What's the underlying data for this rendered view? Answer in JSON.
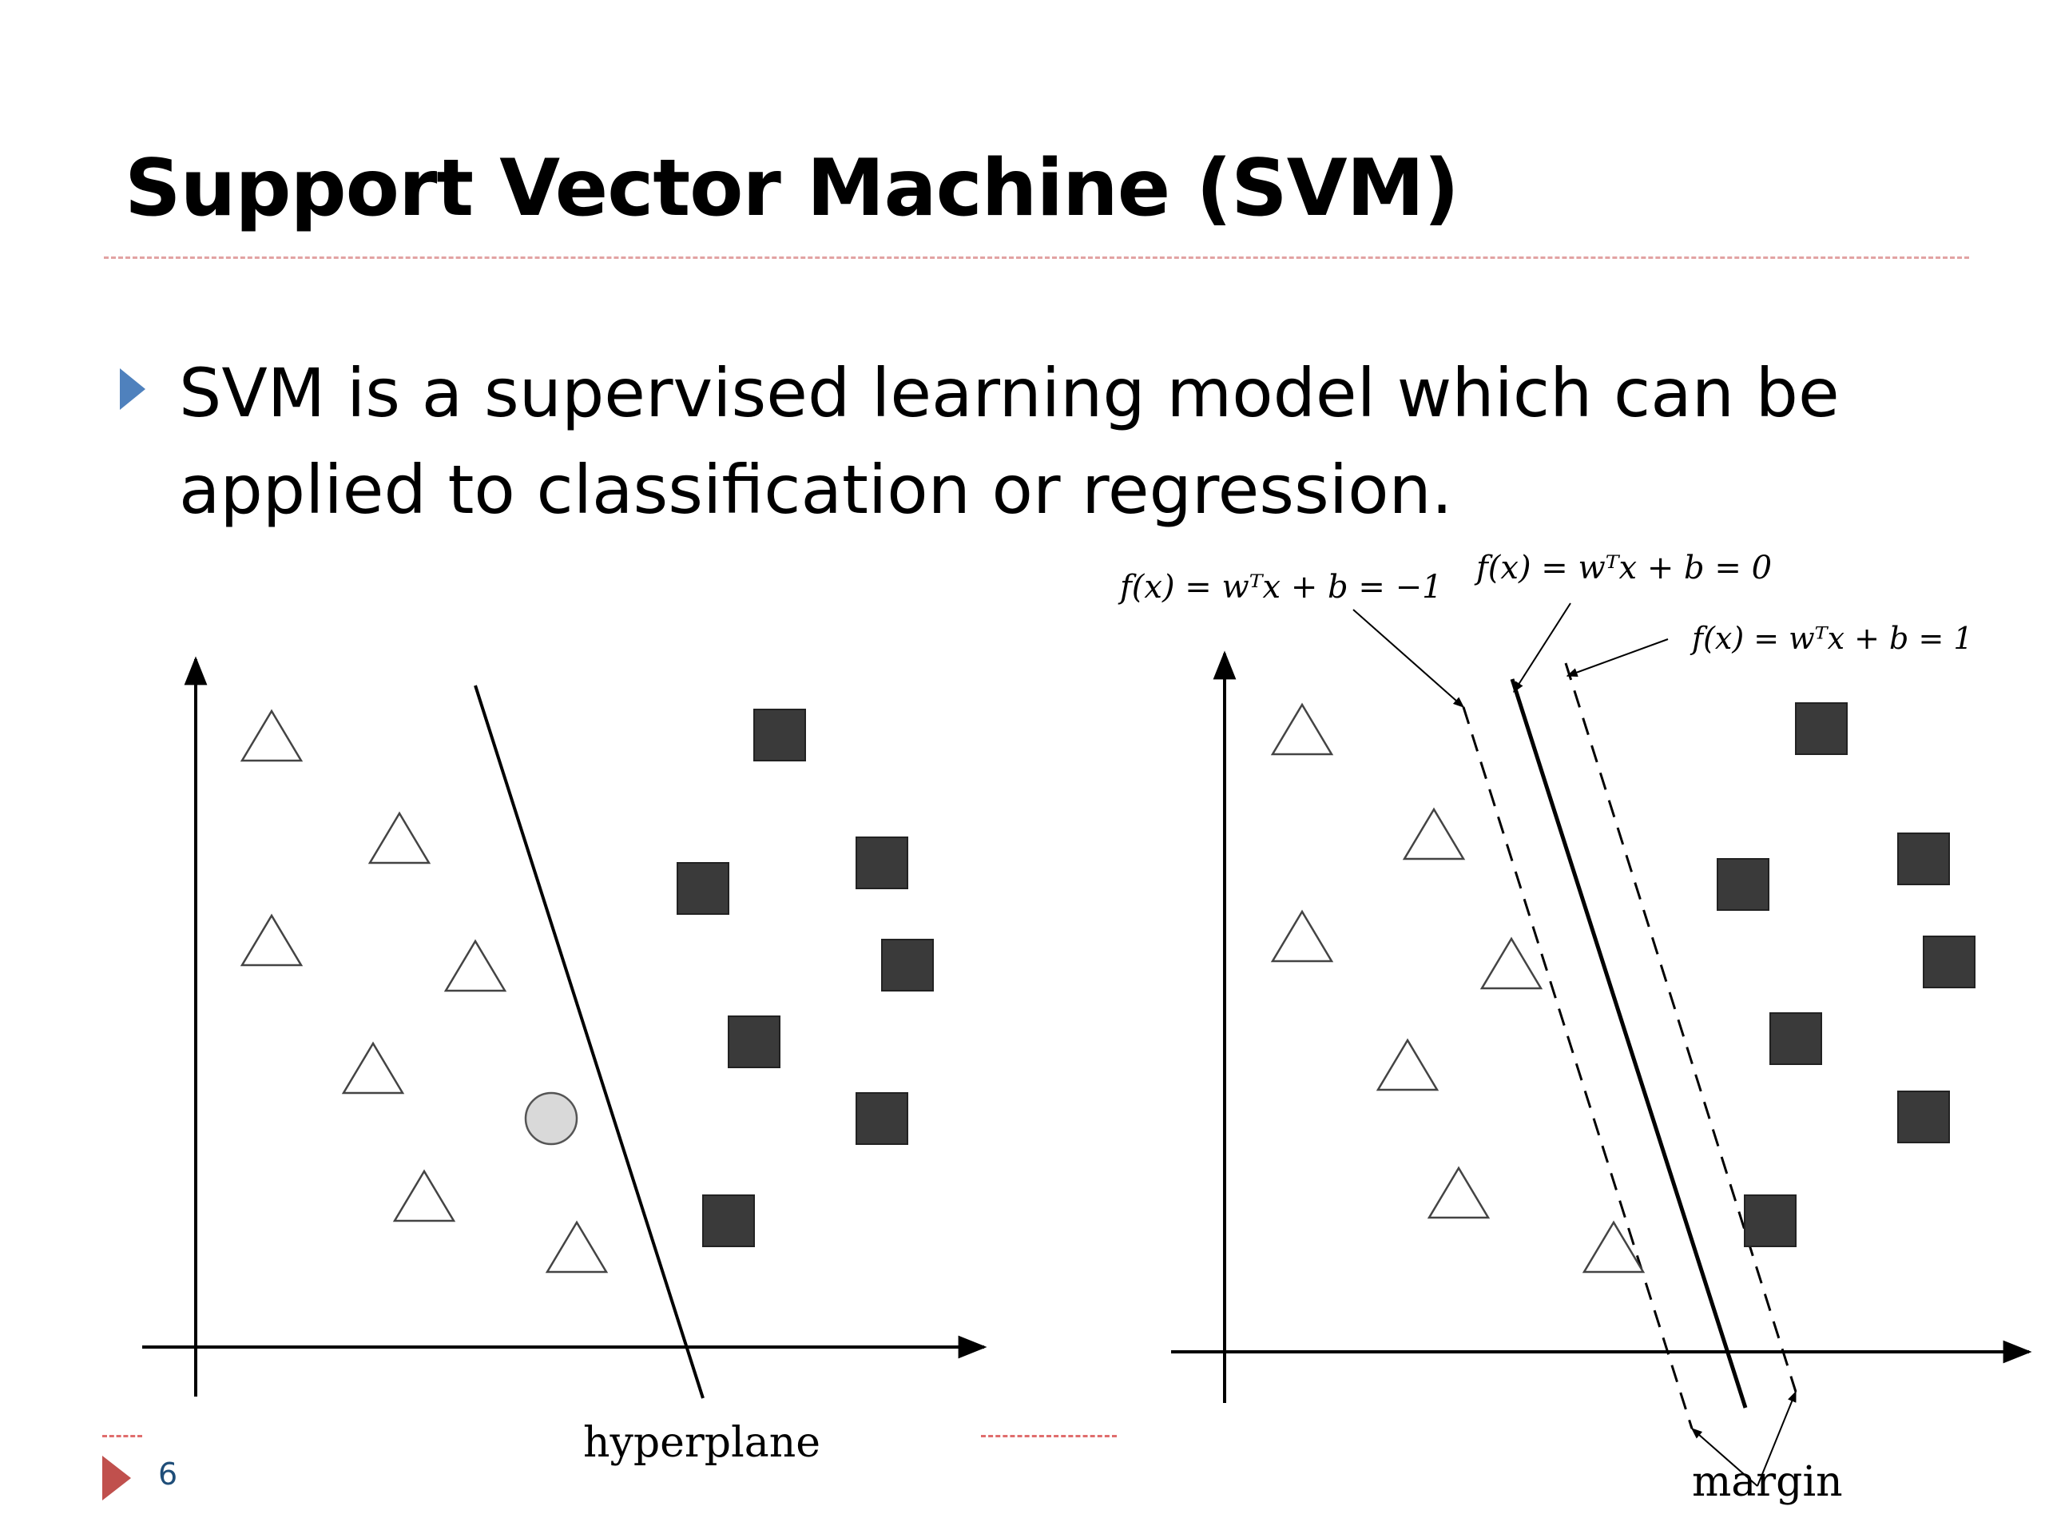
{
  "slide": {
    "title": "Support Vector Machine (SVM)",
    "bullet": "SVM is a supervised learning model which can be applied to classification or regression.",
    "page_number": "6"
  },
  "diagram": {
    "left_caption": "hyperplane",
    "right_caption": "margin",
    "eq_minus": "f(x) = wᵀx + b = −1",
    "eq_zero": "f(x) = wᵀx + b = 0",
    "eq_plus": "f(x) = wᵀx + b = 1"
  },
  "colors": {
    "bullet_marker": "#4f81bd",
    "footer_marker": "#c0504d",
    "title_rule": "#e2a3a3",
    "square_fill": "#3a3a3a",
    "circle_fill": "#d9d9d9"
  }
}
